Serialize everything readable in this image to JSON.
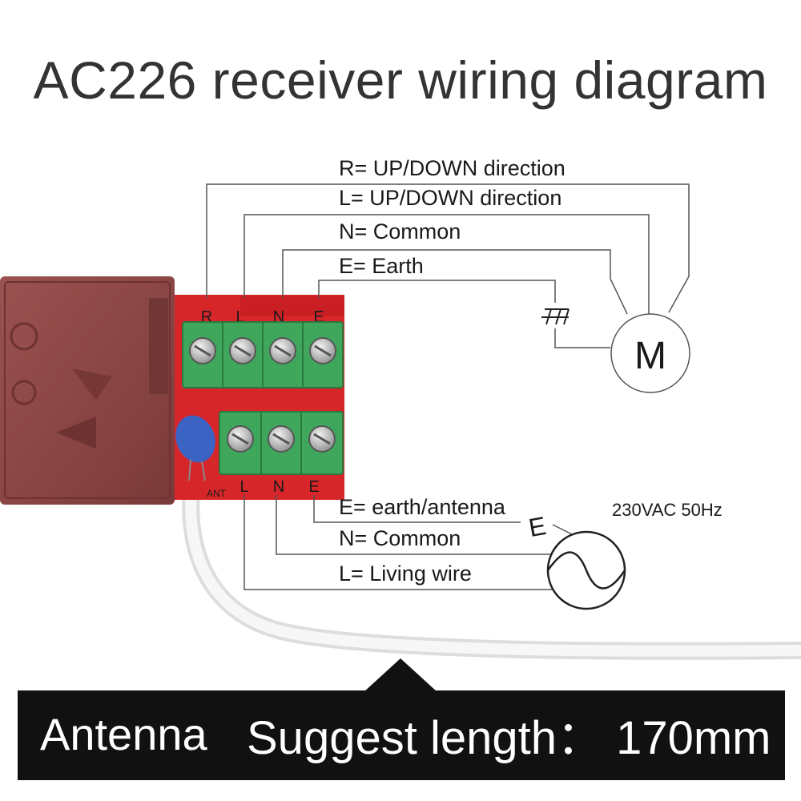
{
  "title": "AC226 receiver wiring diagram",
  "output_labels": {
    "r": "R= UP/DOWN direction",
    "l": "L= UP/DOWN direction",
    "n": "N= Common",
    "e": "E= Earth"
  },
  "input_labels": {
    "e": "E= earth/antenna",
    "n": "N= Common",
    "l": "L= Living wire"
  },
  "motor_label": "M",
  "supply_label": "230VAC 50Hz",
  "supply_e_label": "E",
  "terminal_top_letters": [
    "R",
    "L",
    "N",
    "E"
  ],
  "terminal_bottom_letters": [
    "L",
    "N",
    "E"
  ],
  "ant_label": "ANT",
  "banner": {
    "left": "Antenna",
    "right": "Suggest length： 170mm"
  },
  "colors": {
    "board": "#d7262a",
    "terminal": "#3fa75c",
    "transformer": "#8a4443",
    "banner": "#111111",
    "wire": "#555555"
  }
}
